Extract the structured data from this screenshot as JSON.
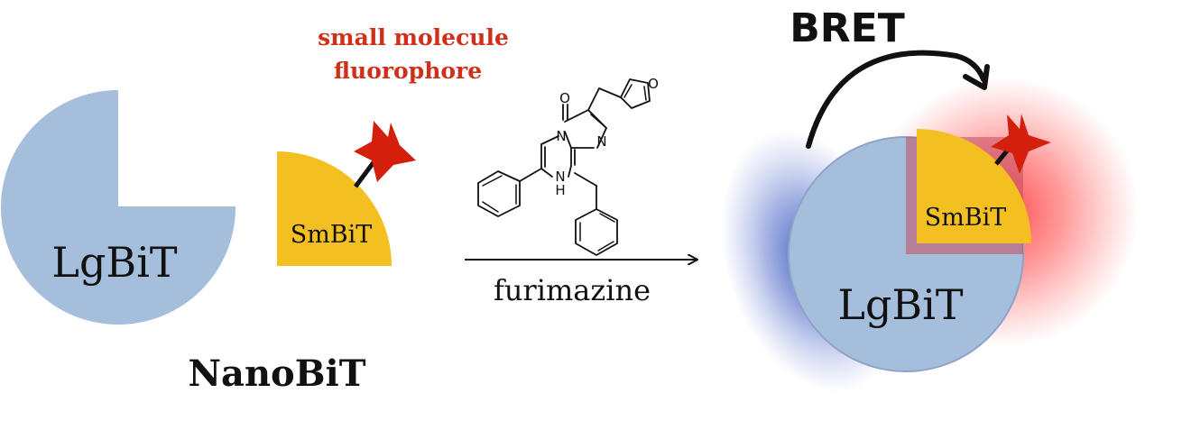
{
  "labels": {
    "fluorophore_line1": "small molecule",
    "fluorophore_line2": "fluorophore",
    "lgbit_left": "LgBiT",
    "smbit_left": "SmBiT",
    "nanobit": "NanoBiT",
    "reagent": "furimazine",
    "bret": "BRET",
    "lgbit_right": "LgBiT",
    "smbit_right": "SmBiT",
    "atom_O_carbonyl": "O",
    "atom_O_furan": "O",
    "atom_N_ring": "N",
    "atom_N_bridge": "N",
    "atom_NH_N": "N",
    "atom_NH_H": "H"
  },
  "colors": {
    "lgbit": "#a5bedc",
    "smbit": "#f4c021",
    "star": "#d41f0c",
    "fluorophore_text": "#d0301a",
    "glow_red": "#ff3b3b",
    "glow_blue": "#3c5fc8",
    "text": "#111111"
  }
}
